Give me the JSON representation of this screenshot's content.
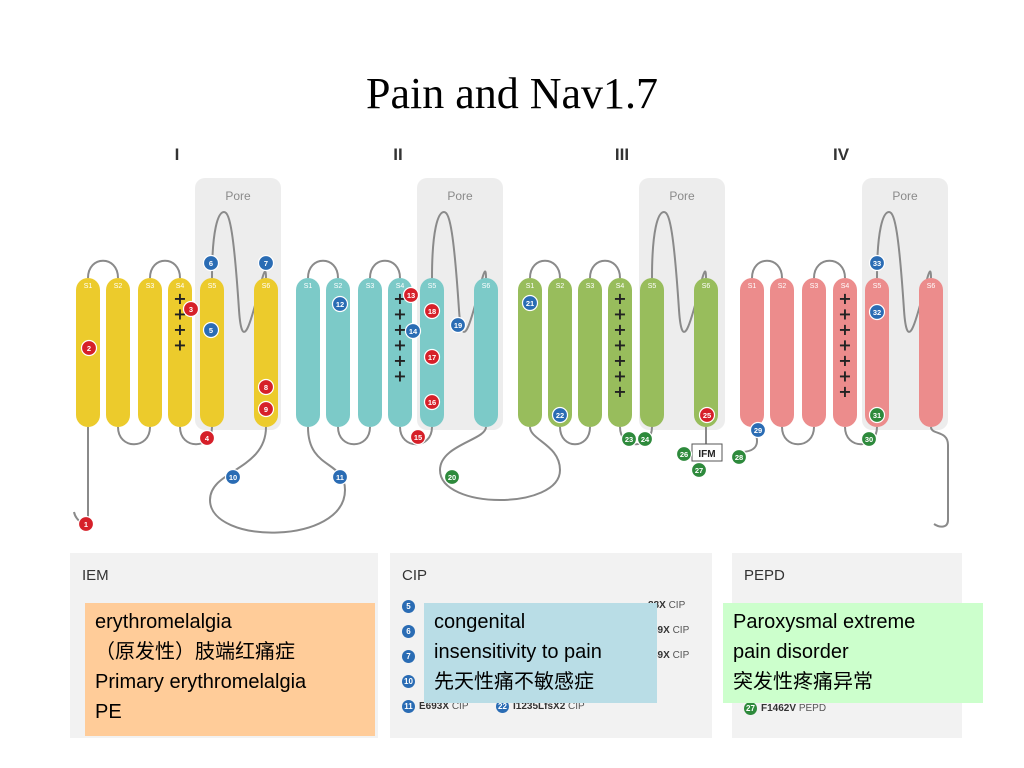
{
  "title": "Pain and Nav1.7",
  "domains": [
    {
      "label": "I",
      "color": "#eccb2c",
      "pore": "Pore"
    },
    {
      "label": "II",
      "color": "#7ccac8",
      "pore": "Pore"
    },
    {
      "label": "III",
      "color": "#98bd5c",
      "pore": "Pore"
    },
    {
      "label": "IV",
      "color": "#ec8c8c",
      "pore": "Pore"
    }
  ],
  "segments": [
    "S1",
    "S2",
    "S3",
    "S4",
    "S5",
    "S6"
  ],
  "ifm": "IFM",
  "mutation_colors": {
    "red": "#d62029",
    "blue": "#2a6cb4",
    "green": "#2e8a3c"
  },
  "mutations": [
    {
      "n": "1",
      "c": "red"
    },
    {
      "n": "2",
      "c": "red"
    },
    {
      "n": "3",
      "c": "red"
    },
    {
      "n": "4",
      "c": "red"
    },
    {
      "n": "5",
      "c": "blue"
    },
    {
      "n": "6",
      "c": "blue"
    },
    {
      "n": "7",
      "c": "blue"
    },
    {
      "n": "8",
      "c": "red"
    },
    {
      "n": "9",
      "c": "red"
    },
    {
      "n": "10",
      "c": "blue"
    },
    {
      "n": "11",
      "c": "blue"
    },
    {
      "n": "12",
      "c": "blue"
    },
    {
      "n": "13",
      "c": "red"
    },
    {
      "n": "14",
      "c": "blue"
    },
    {
      "n": "15",
      "c": "red"
    },
    {
      "n": "16",
      "c": "red"
    },
    {
      "n": "17",
      "c": "red"
    },
    {
      "n": "18",
      "c": "red"
    },
    {
      "n": "19",
      "c": "blue"
    },
    {
      "n": "20",
      "c": "green"
    },
    {
      "n": "21",
      "c": "blue"
    },
    {
      "n": "22",
      "c": "blue"
    },
    {
      "n": "23",
      "c": "green"
    },
    {
      "n": "24",
      "c": "green"
    },
    {
      "n": "25",
      "c": "red"
    },
    {
      "n": "26",
      "c": "green"
    },
    {
      "n": "27",
      "c": "green"
    },
    {
      "n": "28",
      "c": "green"
    },
    {
      "n": "29",
      "c": "blue"
    },
    {
      "n": "30",
      "c": "green"
    },
    {
      "n": "31",
      "c": "green"
    },
    {
      "n": "32",
      "c": "blue"
    },
    {
      "n": "33",
      "c": "blue"
    }
  ],
  "legend": {
    "iem": {
      "heading": "IEM"
    },
    "cip": {
      "heading": "CIP",
      "rows": [
        {
          "n": "5",
          "c": "blue",
          "code": "",
          "tag": ""
        },
        {
          "n": "6",
          "c": "blue",
          "code": "",
          "tag": ""
        },
        {
          "n": "7",
          "c": "blue",
          "code": "",
          "tag": ""
        },
        {
          "n": "10",
          "c": "blue",
          "code": "",
          "tag": ""
        },
        {
          "n": "11",
          "c": "blue",
          "code": "E693X",
          "tag": "CIP"
        },
        {
          "n": "22",
          "c": "blue",
          "code": "I1235LfsX2",
          "tag": "CIP"
        },
        {
          "n": "",
          "c": "",
          "code": "88X",
          "tag": "CIP"
        },
        {
          "n": "",
          "c": "",
          "code": "69X",
          "tag": "CIP"
        },
        {
          "n": "",
          "c": "",
          "code": "89X",
          "tag": "CIP"
        }
      ]
    },
    "pepd": {
      "heading": "PEPD",
      "rows": [
        {
          "n": "27",
          "c": "green",
          "code": "F1462V",
          "tag": "PEPD"
        }
      ]
    }
  },
  "overlays": {
    "iem": [
      "erythromelalgia",
      "（原发性）肢端红痛症",
      "Primary erythromelalgia",
      "PE"
    ],
    "cip": [
      "congenital",
      "insensitivity to pain",
      "先天性痛不敏感症"
    ],
    "pepd": [
      "Paroxysmal extreme",
      "pain disorder",
      "突发性疼痛异常"
    ]
  }
}
